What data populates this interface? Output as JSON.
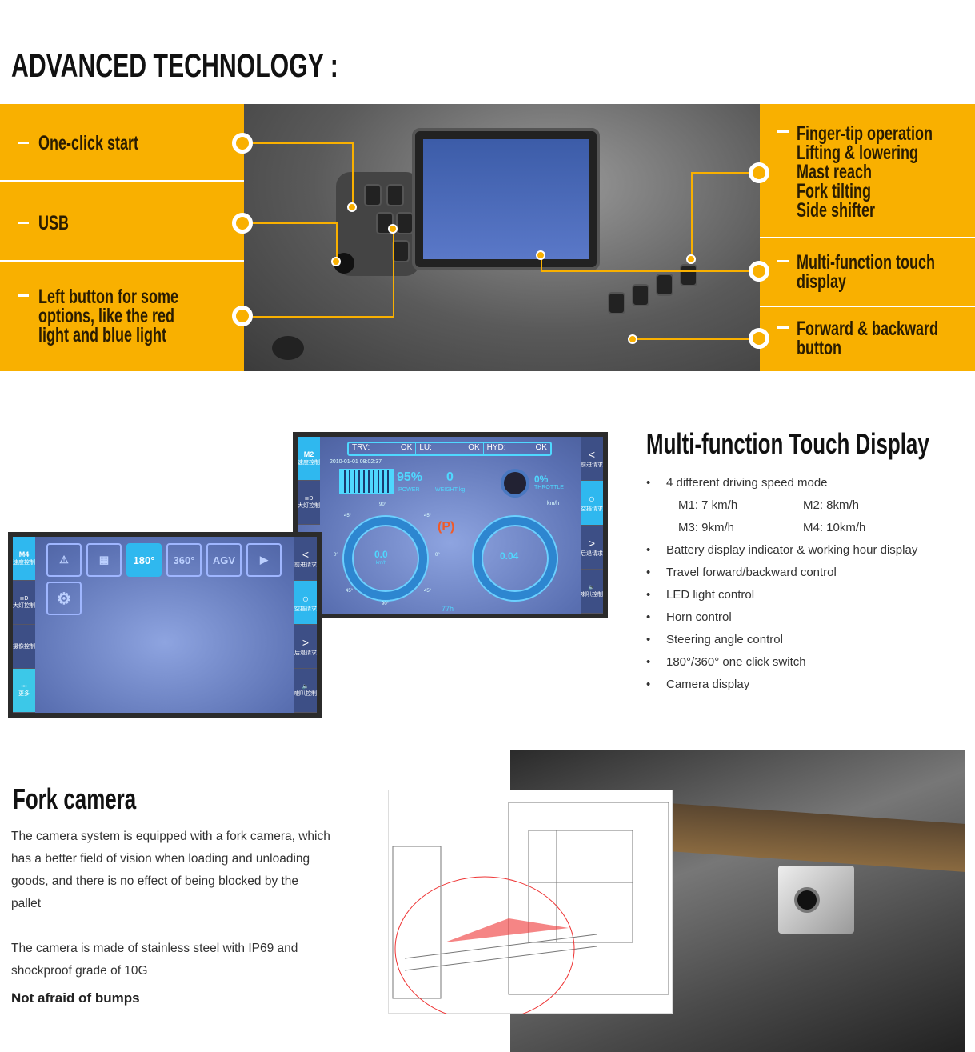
{
  "title": "ADVANCED TECHNOLOGY :",
  "banner": {
    "left": [
      {
        "label": "One-click start"
      },
      {
        "label": "USB"
      },
      {
        "label": "Left button for some options, like the red light and blue light"
      }
    ],
    "right": [
      {
        "lines": [
          "Finger-tip operation",
          "Lifting & lowering",
          "Mast reach",
          "Fork tilting",
          "Side shifter"
        ]
      },
      {
        "lines": [
          "Multi-function touch",
          "display"
        ]
      },
      {
        "lines": [
          "Forward & backward",
          "button"
        ]
      }
    ],
    "accent": "#f9b000"
  },
  "screen_main": {
    "mode": "M2",
    "mode_label": "速度控制",
    "light_label": "大灯控制",
    "status": [
      {
        "k": "TRV:",
        "v": "OK"
      },
      {
        "k": "LU:",
        "v": "OK"
      },
      {
        "k": "HYD:",
        "v": "OK"
      }
    ],
    "datetime": "2010-01-01  08:02:37",
    "power": "95%",
    "power_label": "POWER",
    "weight": "0",
    "weight_label": "WEIGHT kg",
    "throttle": "0%",
    "throttle_label": "THROTTLE",
    "steer_value": "0.0",
    "steer_unit": "km/h",
    "speed_value": "0.04",
    "speed_unit": "km/h",
    "angles": [
      "90°",
      "45°",
      "45°",
      "0°",
      "0°",
      "45°",
      "45°",
      "90°"
    ],
    "hours": "77h",
    "right_buttons": [
      "前进请求",
      "空挡请求",
      "后退请求",
      "喇叭控制"
    ]
  },
  "screen_menu": {
    "mode": "M4",
    "left_buttons": [
      "速度控制",
      "大灯控制",
      "摄像控制",
      "更多"
    ],
    "tiles": [
      "warning-light",
      "layout",
      "180°",
      "360°",
      "AGV",
      "camera",
      "settings"
    ],
    "right_buttons": [
      "前进请求",
      "空挡请求",
      "后退请求",
      "喇叭控制"
    ]
  },
  "display_section": {
    "heading": "Multi-function Touch Display",
    "intro": "4 different driving speed mode",
    "modes": [
      "M1: 7 km/h",
      "M2: 8km/h",
      "M3: 9km/h",
      "M4: 10km/h"
    ],
    "bullets": [
      "Battery display indicator & working hour display",
      "Travel forward/backward control",
      "LED light control",
      "Horn control",
      "Steering angle control",
      "180°/360° one click switch",
      "Camera display"
    ]
  },
  "camera_section": {
    "heading": "Fork camera",
    "p1": "The camera system is equipped with a fork camera, which has a better field of vision when loading and unloading  goods, and there is no effect of being blocked by the pallet",
    "p2": "The camera is made of stainless steel with IP69 and shockproof grade of 10G",
    "p3": "Not afraid of bumps"
  }
}
